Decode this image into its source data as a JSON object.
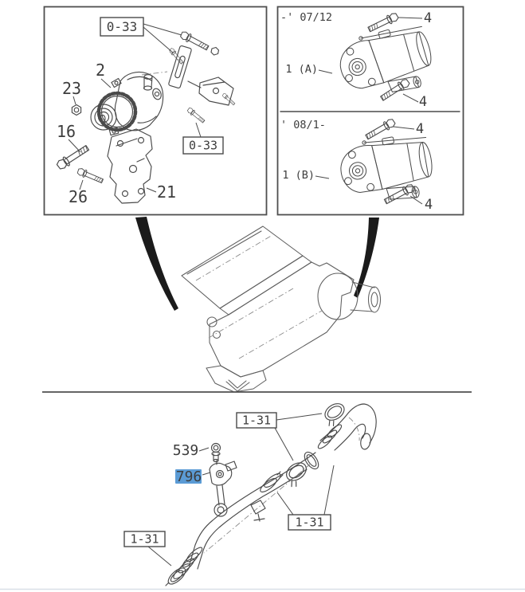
{
  "colors": {
    "line": "#4a4a4a",
    "panel_border": "#4f4f4f",
    "engine_line": "#5e5e5e",
    "brace_fill": "#1b1b1b",
    "hairline": "#d9dfe8",
    "highlight_bg": "#5b9bd5",
    "highlight_text": "#1d4f8f",
    "label_text": "#3d3d3d"
  },
  "alternator_panel": {
    "ref_label": "0-33",
    "callouts": {
      "alternator": "2",
      "nut": "23",
      "long_bolt": "16",
      "lower_bolt": "26",
      "bracket": "21"
    }
  },
  "starter_panel": {
    "period_early": "-' 07/12",
    "period_late": "' 08/1-",
    "callout_early": "1 (A)",
    "callout_late": "1 (B)",
    "bolt_callout": "4"
  },
  "pipe_section": {
    "ref_label": "1-31",
    "bolt_callout": "539",
    "sensor_callout": "796"
  }
}
